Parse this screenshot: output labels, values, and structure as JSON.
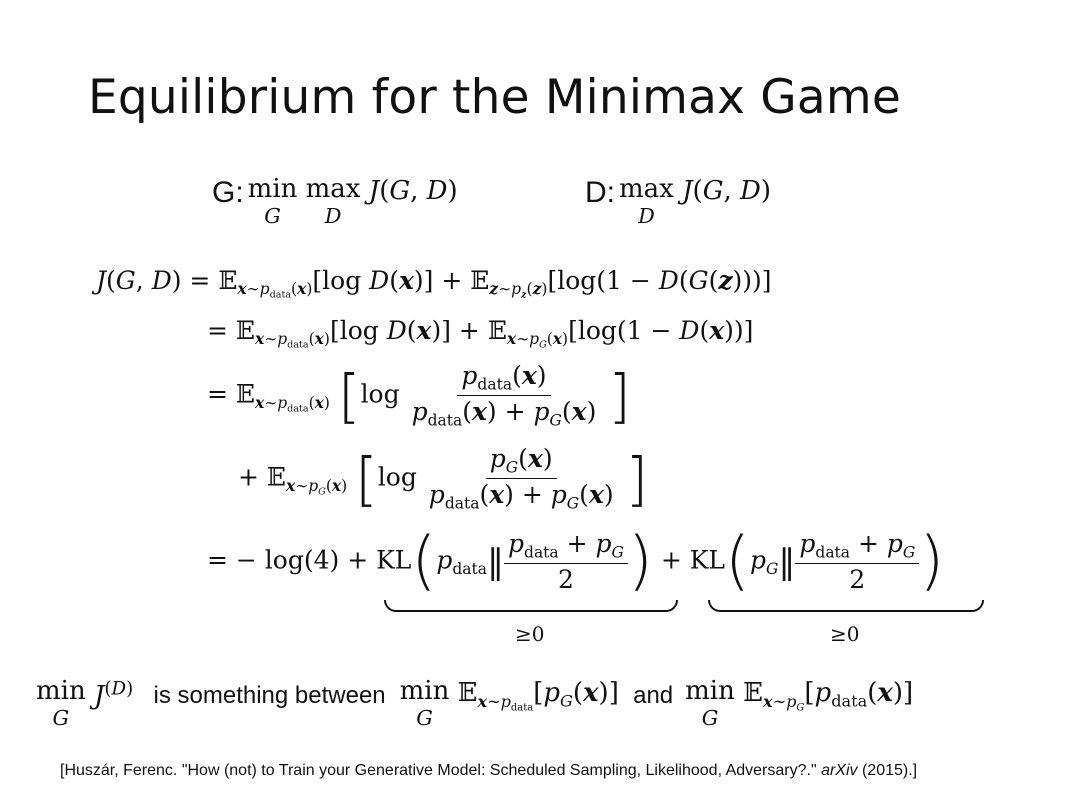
{
  "title": "Equilibrium for the Minimax Game",
  "g_label": "G:",
  "d_label": "D:",
  "between": {
    "text_mid": "is something between",
    "text_and": "and"
  },
  "ge_zero": "≥0",
  "citation": {
    "pre": "[Huszár, Ferenc. \"How (not) to Train your Generative Model: Scheduled Sampling, Likelihood, Adversary?.\" ",
    "journal": "arXiv",
    "post": " (2015).]"
  }
}
